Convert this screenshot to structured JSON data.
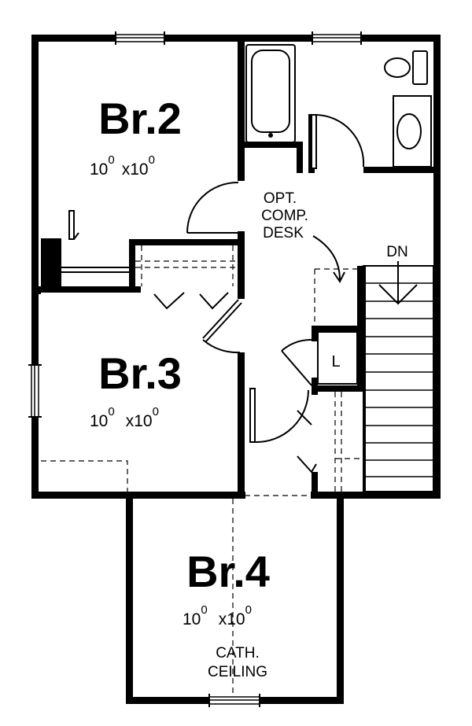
{
  "rooms": {
    "br2": {
      "name": "Br.2",
      "dim_a": "10",
      "dim_a_sup": "0",
      "dim_x": "x",
      "dim_b": "10",
      "dim_b_sup": "0"
    },
    "br3": {
      "name": "Br.3",
      "dim_a": "10",
      "dim_a_sup": "0",
      "dim_x": "x",
      "dim_b": "10",
      "dim_b_sup": "0"
    },
    "br4": {
      "name": "Br.4",
      "dim_a": "10",
      "dim_a_sup": "0",
      "dim_x": "x",
      "dim_b": "10",
      "dim_b_sup": "0"
    }
  },
  "notes": {
    "desk": [
      "OPT.",
      "COMP.",
      "DESK"
    ],
    "stair": "DN",
    "linen": "L",
    "ceiling": [
      "CATH.",
      "CEILING"
    ]
  }
}
